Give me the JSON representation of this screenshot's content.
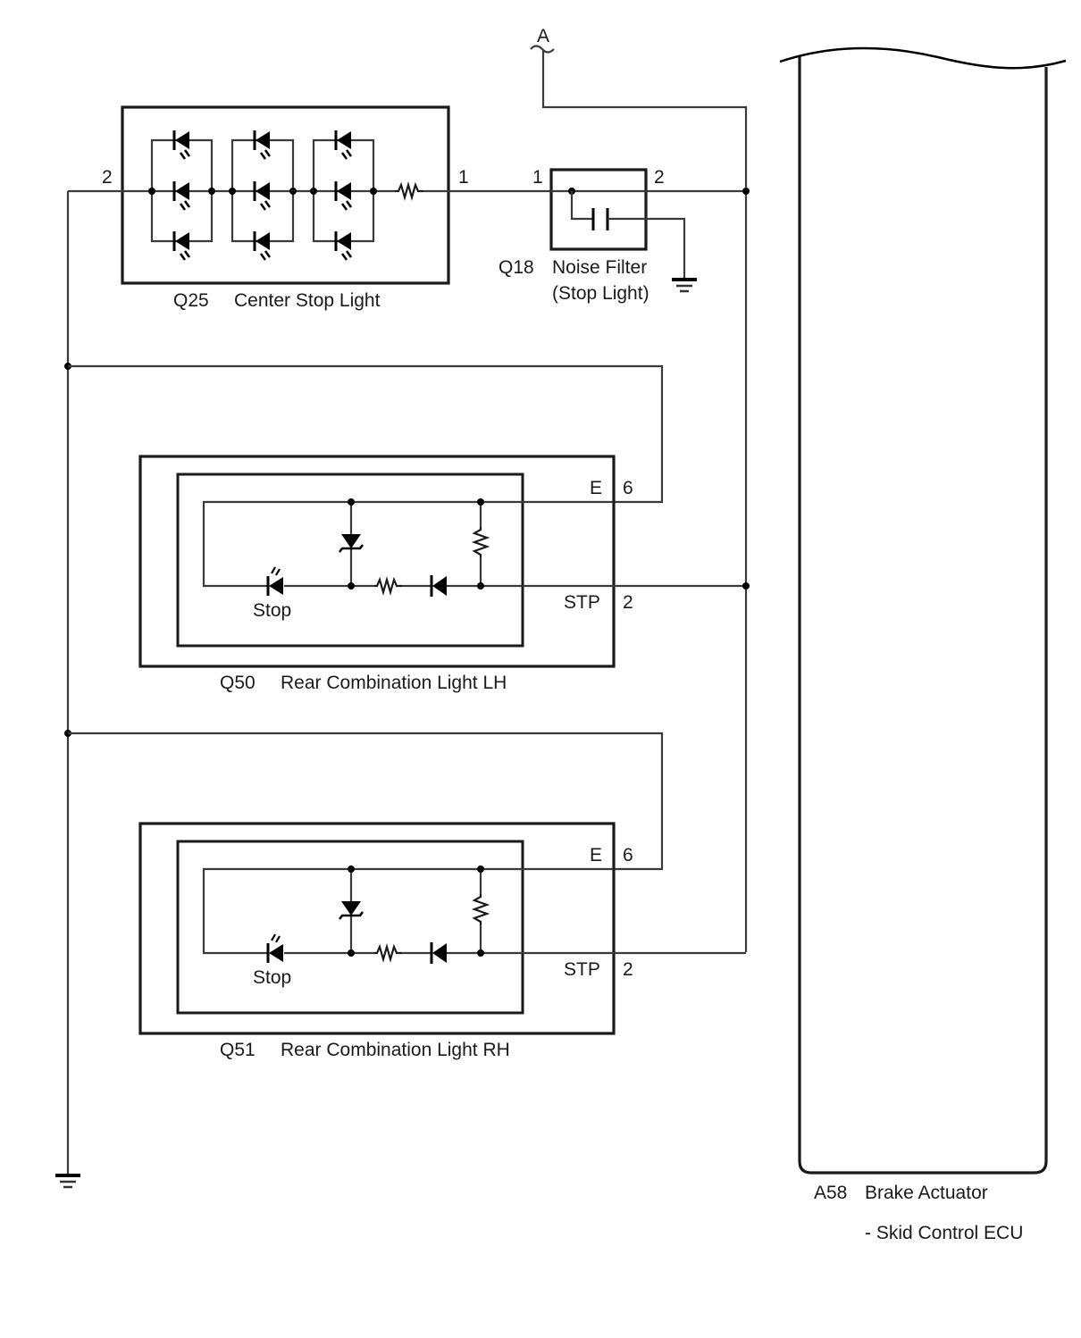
{
  "diagram": {
    "type": "wiring-schematic",
    "connector_ref": "A",
    "components": {
      "center_stop_light": {
        "id": "Q25",
        "name": "Center Stop Light",
        "pin_left": "2",
        "pin_right": "1"
      },
      "noise_filter": {
        "id": "Q18",
        "name": "Noise Filter",
        "name_line2": "(Stop Light)",
        "pin_left": "1",
        "pin_right": "2"
      },
      "rear_light_lh": {
        "id": "Q50",
        "name": "Rear Combination Light LH",
        "pin_e_label": "E",
        "pin_e_num": "6",
        "pin_stp_label": "STP",
        "pin_stp_num": "2",
        "lamp_label": "Stop"
      },
      "rear_light_rh": {
        "id": "Q51",
        "name": "Rear Combination Light RH",
        "pin_e_label": "E",
        "pin_e_num": "6",
        "pin_stp_label": "STP",
        "pin_stp_num": "2",
        "lamp_label": "Stop"
      },
      "brake_actuator": {
        "id": "A58",
        "name": "Brake Actuator",
        "name_line2": "- Skid Control ECU"
      }
    }
  }
}
